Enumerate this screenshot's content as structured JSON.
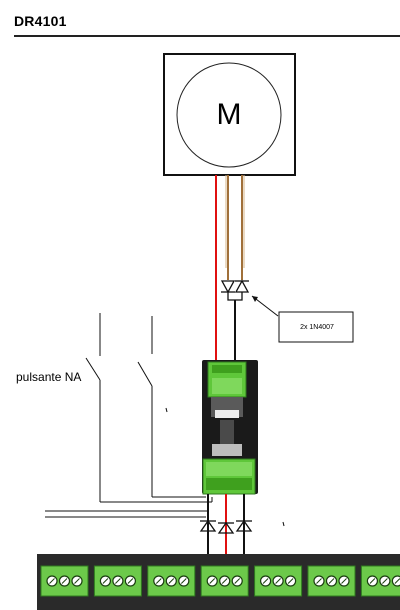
{
  "header": {
    "title": "DR4101"
  },
  "motor": {
    "symbol": "M"
  },
  "diode_callout": {
    "label": "2x 1N4007"
  },
  "push_button": {
    "label": "pulsante NA"
  },
  "colors": {
    "wire_red": "#e01010",
    "wire_brown": "#a0703a",
    "wire_black": "#111111",
    "connector_green": "#5fc73a",
    "terminal_green": "#6cc94a",
    "module_body": "#1a1a1a",
    "terminal_strip": "#2a2a2a"
  },
  "terminal_blocks": {
    "count": 7,
    "screws_per_block": 3
  }
}
